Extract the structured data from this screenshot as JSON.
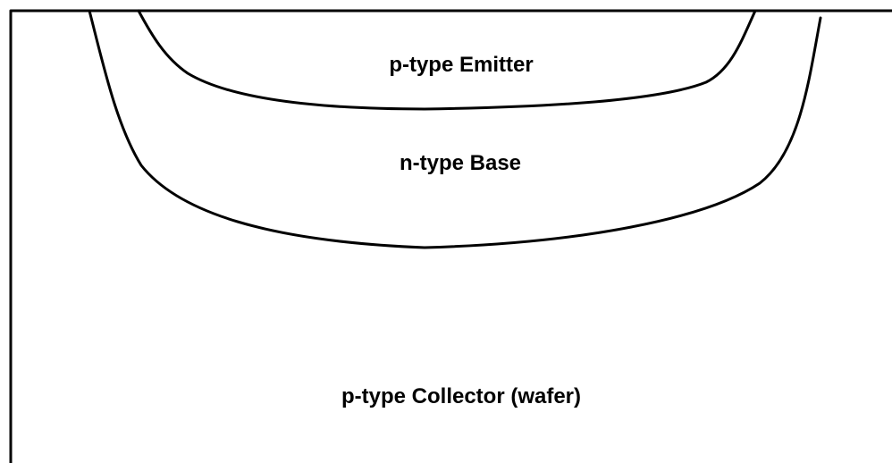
{
  "diagram": {
    "emitter_label": "p-type Emitter",
    "base_label": "n-type Base",
    "collector_label": "p-type Collector (wafer)"
  },
  "colors": {
    "background": "#ffffff",
    "line": "#000000",
    "text": "#000000"
  }
}
